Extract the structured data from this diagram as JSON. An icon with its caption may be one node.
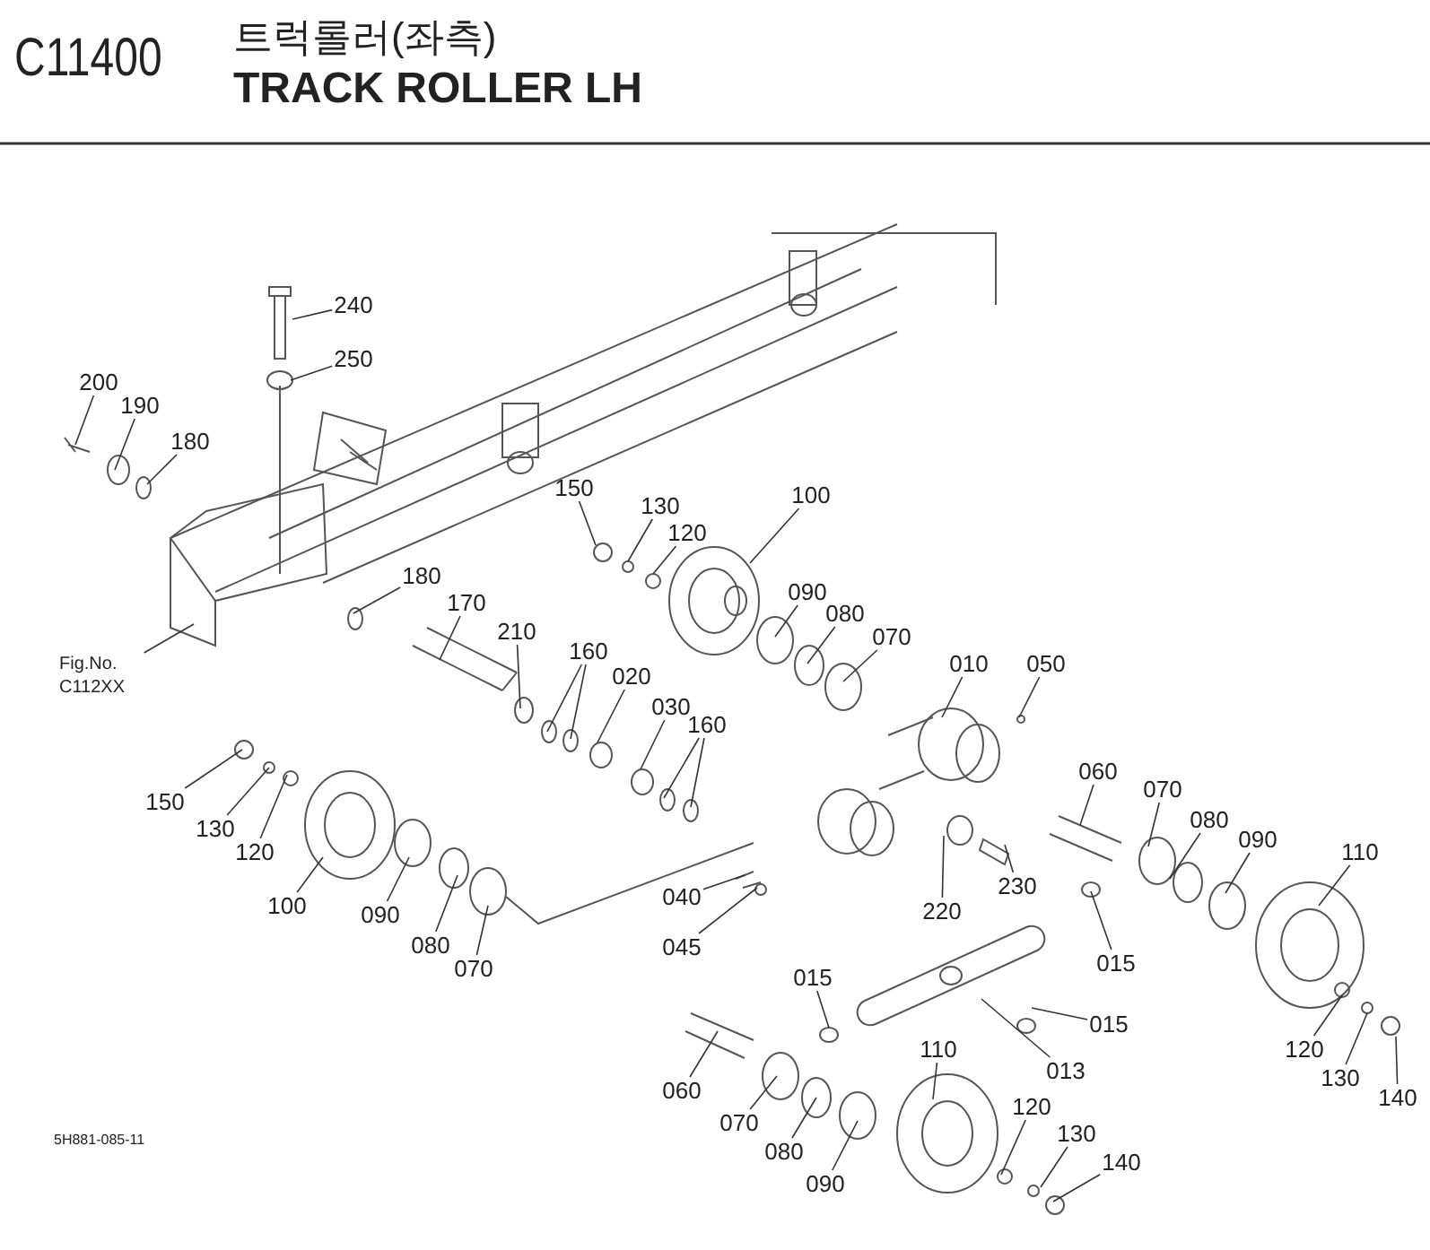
{
  "diagram": {
    "title": "TRACK ROLLER LH",
    "nodes": [
      {
        "text": [
          "240"
        ]
      },
      {
        "text": [
          "250"
        ]
      },
      {
        "text": [
          "200"
        ]
      },
      {
        "text": [
          "190"
        ]
      },
      {
        "text": [
          "180"
        ]
      },
      {
        "text": [
          "Fig.No. C112XX"
        ]
      },
      {
        "text": [
          "180"
        ]
      },
      {
        "text": [
          "170"
        ]
      },
      {
        "text": [
          "210"
        ]
      },
      {
        "text": [
          "150"
        ]
      },
      {
        "text": [
          "130"
        ]
      },
      {
        "text": [
          "120"
        ]
      },
      {
        "text": [
          "100"
        ]
      },
      {
        "text": [
          "090"
        ]
      },
      {
        "text": [
          "080"
        ]
      },
      {
        "text": [
          "070"
        ]
      },
      {
        "text": [
          "160"
        ]
      },
      {
        "text": [
          "020"
        ]
      },
      {
        "text": [
          "030"
        ]
      },
      {
        "text": [
          "160"
        ]
      },
      {
        "text": [
          "010"
        ]
      },
      {
        "text": [
          "050"
        ]
      },
      {
        "text": [
          "150"
        ]
      },
      {
        "text": [
          "130"
        ]
      },
      {
        "text": [
          "120"
        ]
      },
      {
        "text": [
          "100"
        ]
      },
      {
        "text": [
          "090"
        ]
      },
      {
        "text": [
          "080"
        ]
      },
      {
        "text": [
          "070"
        ]
      },
      {
        "text": [
          "060"
        ]
      },
      {
        "text": [
          "070"
        ]
      },
      {
        "text": [
          "080"
        ]
      },
      {
        "text": [
          "090"
        ]
      },
      {
        "text": [
          "110"
        ]
      },
      {
        "text": [
          "220"
        ]
      },
      {
        "text": [
          "230"
        ]
      },
      {
        "text": [
          "040"
        ]
      },
      {
        "text": [
          "045"
        ]
      },
      {
        "text": [
          "015"
        ]
      },
      {
        "text": [
          "015"
        ]
      },
      {
        "text": [
          "015"
        ]
      },
      {
        "text": [
          "013"
        ]
      },
      {
        "text": [
          "060"
        ]
      },
      {
        "text": [
          "070"
        ]
      },
      {
        "text": [
          "080"
        ]
      },
      {
        "text": [
          "090"
        ]
      },
      {
        "text": [
          "110"
        ]
      },
      {
        "text": [
          "120"
        ]
      },
      {
        "text": [
          "130"
        ]
      },
      {
        "text": [
          "140"
        ]
      },
      {
        "text": [
          "120"
        ]
      },
      {
        "text": [
          "130"
        ]
      },
      {
        "text": [
          "140"
        ]
      }
    ],
    "edges": [
      {
        "from": 0,
        "to": null,
        "arrow": "none"
      },
      {
        "from": 1,
        "to": null,
        "arrow": "none"
      },
      {
        "from": 2,
        "to": null,
        "arrow": "none"
      },
      {
        "from": 3,
        "to": null,
        "arrow": "none"
      },
      {
        "from": 4,
        "to": null,
        "arrow": "none"
      },
      {
        "from": 5,
        "to": null,
        "arrow": "none"
      },
      {
        "from": 6,
        "to": null,
        "arrow": "none"
      },
      {
        "from": 7,
        "to": null,
        "arrow": "none"
      },
      {
        "from": 8,
        "to": null,
        "arrow": "none"
      },
      {
        "from": 9,
        "to": null,
        "arrow": "none"
      },
      {
        "from": 10,
        "to": null,
        "arrow": "none"
      },
      {
        "from": 11,
        "to": null,
        "arrow": "none"
      },
      {
        "from": 12,
        "to": null,
        "arrow": "none"
      },
      {
        "from": 13,
        "to": null,
        "arrow": "none"
      },
      {
        "from": 14,
        "to": null,
        "arrow": "none"
      },
      {
        "from": 15,
        "to": null,
        "arrow": "none"
      },
      {
        "from": 16,
        "to": null,
        "arrow": "none"
      },
      {
        "from": 16,
        "to": null,
        "arrow": "none"
      },
      {
        "from": 17,
        "to": null,
        "arrow": "none"
      },
      {
        "from": 18,
        "to": null,
        "arrow": "none"
      },
      {
        "from": 19,
        "to": null,
        "arrow": "none"
      },
      {
        "from": 19,
        "to": null,
        "arrow": "none"
      },
      {
        "from": 20,
        "to": null,
        "arrow": "none"
      },
      {
        "from": 21,
        "to": null,
        "arrow": "none"
      },
      {
        "from": 22,
        "to": null,
        "arrow": "none"
      },
      {
        "from": 23,
        "to": null,
        "arrow": "none"
      },
      {
        "from": 24,
        "to": null,
        "arrow": "none"
      },
      {
        "from": 25,
        "to": null,
        "arrow": "none"
      },
      {
        "from": 26,
        "to": null,
        "arrow": "none"
      },
      {
        "from": 27,
        "to": null,
        "arrow": "none"
      },
      {
        "from": 28,
        "to": null,
        "arrow": "none"
      },
      {
        "from": 29,
        "to": null,
        "arrow": "none"
      },
      {
        "from": 30,
        "to": null,
        "arrow": "none"
      },
      {
        "from": 31,
        "to": null,
        "arrow": "none"
      },
      {
        "from": 32,
        "to": null,
        "arrow": "none"
      },
      {
        "from": 33,
        "to": null,
        "arrow": "none"
      },
      {
        "from": 34,
        "to": null,
        "arrow": "none"
      },
      {
        "from": 35,
        "to": null,
        "arrow": "none"
      },
      {
        "from": 36,
        "to": null,
        "arrow": "none"
      },
      {
        "from": 37,
        "to": null,
        "arrow": "none"
      },
      {
        "from": 38,
        "to": null,
        "arrow": "none"
      },
      {
        "from": 39,
        "to": null,
        "arrow": "none"
      },
      {
        "from": 40,
        "to": null,
        "arrow": "none"
      },
      {
        "from": 41,
        "to": null,
        "arrow": "none"
      },
      {
        "from": 42,
        "to": null,
        "arrow": "none"
      },
      {
        "from": 43,
        "to": null,
        "arrow": "none"
      },
      {
        "from": 44,
        "to": null,
        "arrow": "none"
      },
      {
        "from": 45,
        "to": null,
        "arrow": "none"
      },
      {
        "from": 46,
        "to": null,
        "arrow": "none"
      },
      {
        "from": 47,
        "to": null,
        "arrow": "none"
      },
      {
        "from": 48,
        "to": null,
        "arrow": "none"
      },
      {
        "from": 49,
        "to": null,
        "arrow": "none"
      },
      {
        "from": 50,
        "to": null,
        "arrow": "none"
      },
      {
        "from": 51,
        "to": null,
        "arrow": "none"
      },
      {
        "from": 52,
        "to": null,
        "arrow": "none"
      }
    ],
    "labels": [
      "C11400",
      "트럭롤러(좌측)",
      "5H881-085-11"
    ]
  }
}
